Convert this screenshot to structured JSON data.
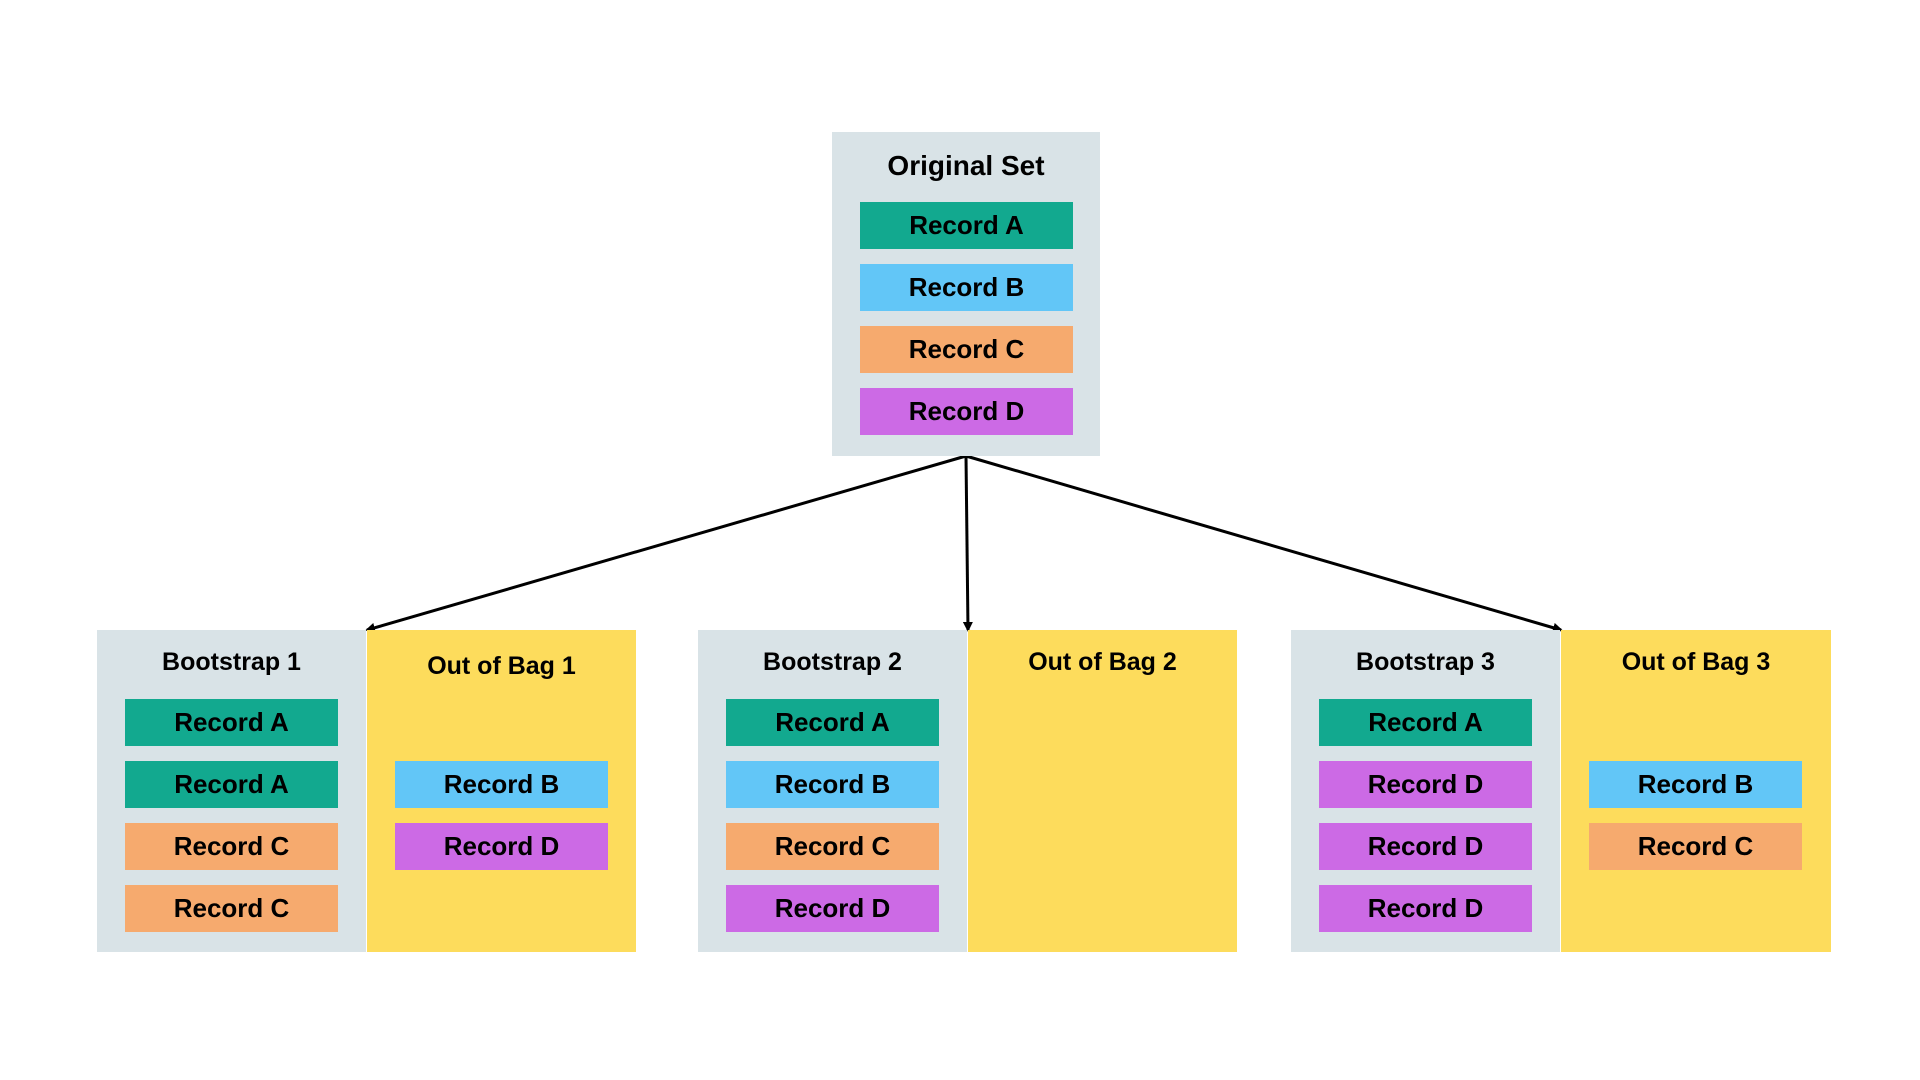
{
  "colors": {
    "record_a": "#12a98f",
    "record_b": "#62c6f7",
    "record_c": "#f6aa6e",
    "record_d": "#cc6ae5",
    "panel_grey": "#d9e3e7",
    "panel_yellow": "#fddc5c",
    "arrow": "#000000"
  },
  "original": {
    "title": "Original Set",
    "records": [
      {
        "label": "Record A",
        "kind": "record_a"
      },
      {
        "label": "Record B",
        "kind": "record_b"
      },
      {
        "label": "Record C",
        "kind": "record_c"
      },
      {
        "label": "Record D",
        "kind": "record_d"
      }
    ]
  },
  "groups": [
    {
      "bootstrap": {
        "title": "Bootstrap 1",
        "records": [
          {
            "label": "Record A",
            "kind": "record_a"
          },
          {
            "label": "Record A",
            "kind": "record_a"
          },
          {
            "label": "Record C",
            "kind": "record_c"
          },
          {
            "label": "Record C",
            "kind": "record_c"
          }
        ]
      },
      "oob": {
        "title": "Out of Bag 1",
        "records": [
          {
            "label": "Record B",
            "kind": "record_b"
          },
          {
            "label": "Record D",
            "kind": "record_d"
          }
        ]
      }
    },
    {
      "bootstrap": {
        "title": "Bootstrap 2",
        "records": [
          {
            "label": "Record A",
            "kind": "record_a"
          },
          {
            "label": "Record B",
            "kind": "record_b"
          },
          {
            "label": "Record C",
            "kind": "record_c"
          },
          {
            "label": "Record D",
            "kind": "record_d"
          }
        ]
      },
      "oob": {
        "title": "Out of Bag 2",
        "records": []
      }
    },
    {
      "bootstrap": {
        "title": "Bootstrap 3",
        "records": [
          {
            "label": "Record A",
            "kind": "record_a"
          },
          {
            "label": "Record D",
            "kind": "record_d"
          },
          {
            "label": "Record D",
            "kind": "record_d"
          },
          {
            "label": "Record D",
            "kind": "record_d"
          }
        ]
      },
      "oob": {
        "title": "Out of Bag 3",
        "records": [
          {
            "label": "Record B",
            "kind": "record_b"
          },
          {
            "label": "Record C",
            "kind": "record_c"
          }
        ]
      }
    }
  ]
}
